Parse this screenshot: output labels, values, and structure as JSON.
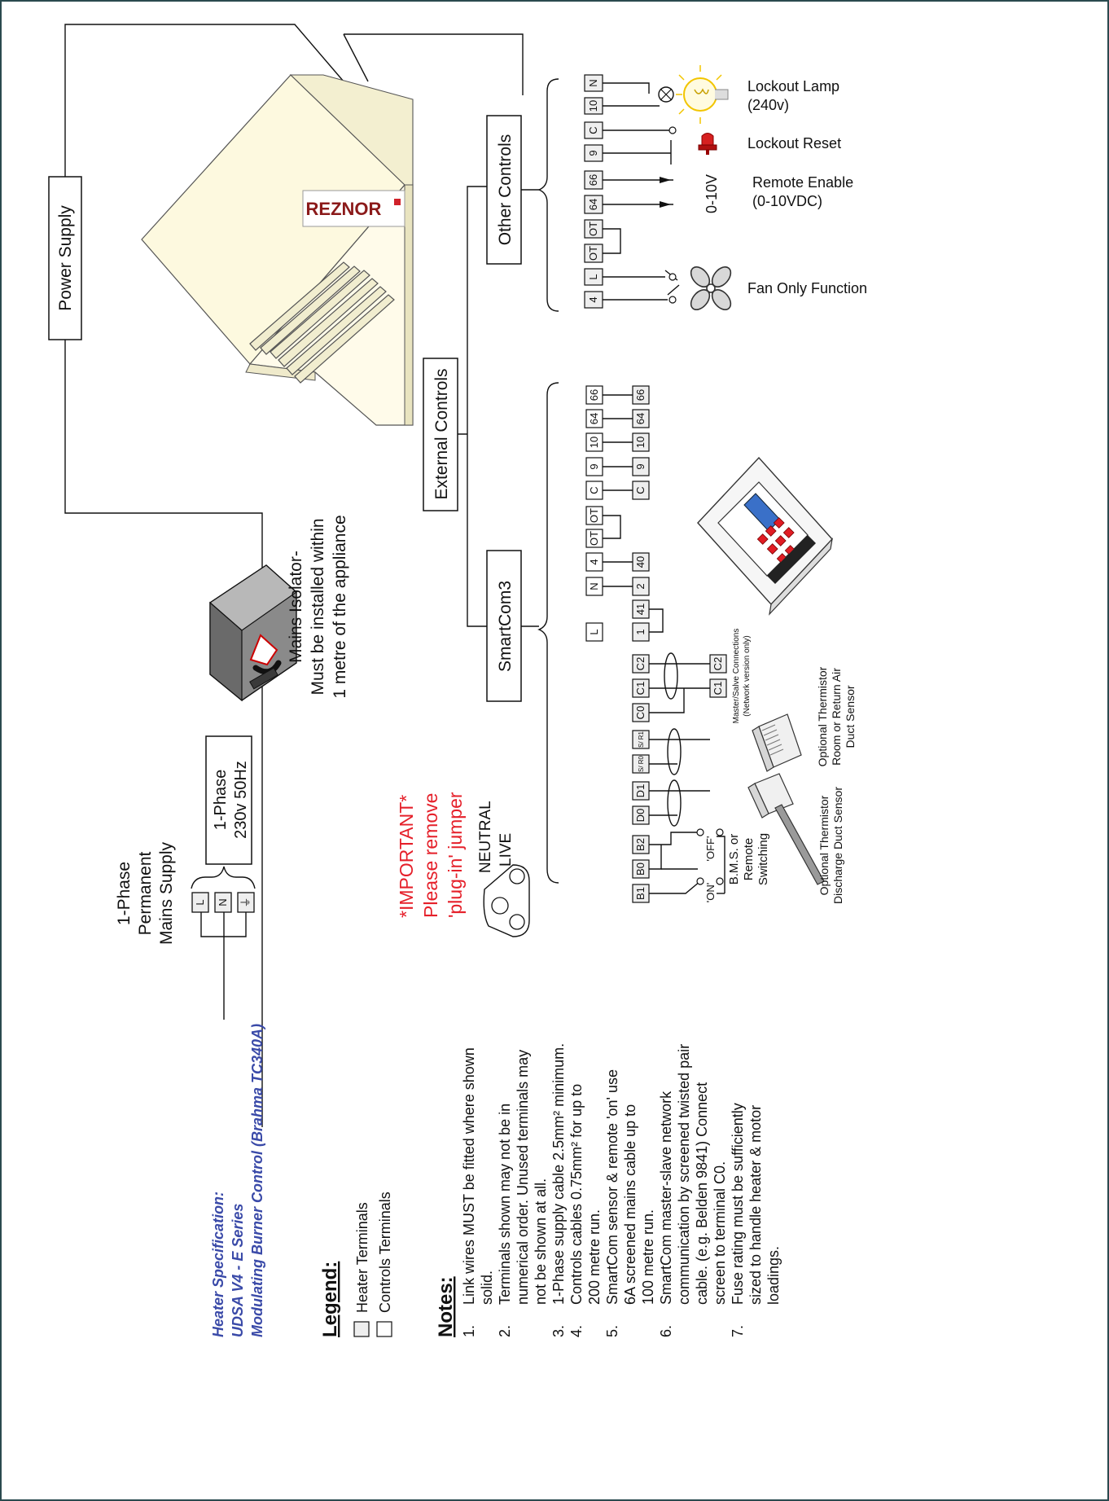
{
  "specification": {
    "line1": "Heater Specification:",
    "line2": "UDSA V4 - E Series",
    "line3": "Modulating Burner Control (Brahma TC340A)"
  },
  "legend": {
    "title": "Legend:",
    "heater_terminals": "Heater Terminals",
    "controls_terminals": "Controls Terminals"
  },
  "notes": {
    "title": "Notes:",
    "items": [
      {
        "num": "1.",
        "lines": [
          "Link wires MUST be fitted where shown",
          "solid."
        ]
      },
      {
        "num": "2.",
        "lines": [
          "Terminals shown may not be in",
          "numerical order. Unused terminals may",
          "not be shown at all."
        ]
      },
      {
        "num": "3.",
        "lines": [
          "1-Phase supply cable 2.5mm² minimum."
        ]
      },
      {
        "num": "4.",
        "lines": [
          "Controls cables 0.75mm² for up to",
          "200 metre run."
        ]
      },
      {
        "num": "5.",
        "lines": [
          "SmartCom sensor & remote 'on' use",
          "6A screened mains cable up to",
          "100 metre run."
        ]
      },
      {
        "num": "6.",
        "lines": [
          "SmartCom master-slave network",
          "communication by screened twisted pair",
          "cable. (e.g. Belden 9841) Connect",
          "screen to terminal C0."
        ]
      },
      {
        "num": "7.",
        "lines": [
          "Fuse rating must be sufficiently",
          "sized to handle heater & motor",
          "loadings."
        ]
      }
    ]
  },
  "supply": {
    "mains_label": [
      "1-Phase",
      "Permanent",
      "Mains Supply"
    ],
    "terminals": [
      "L",
      "N",
      "⏚"
    ],
    "phase_label": [
      "1-Phase",
      "230v 50Hz"
    ],
    "isolator_label": [
      "Mains Isolator-",
      "Must be installed within",
      "1 metre of the appliance"
    ],
    "power_supply": "Power Supply"
  },
  "heater": {
    "brand": "REZNOR"
  },
  "important": {
    "lines": [
      "*IMPORTANT*",
      "Please remove",
      "'plug-in' jumper"
    ],
    "neutral": "NEUTRAL",
    "live": "LIVE"
  },
  "external_controls": "External Controls",
  "smartcom": {
    "title": "SmartCom3",
    "heater_terminals": [
      "B1",
      "B0",
      "B2",
      "D0",
      "D1",
      "S/ R0",
      "S/ R1",
      "C0",
      "C1",
      "C2",
      "1",
      "41",
      "2",
      "40",
      "C",
      "9",
      "10",
      "64",
      "66"
    ],
    "top_terminals": [
      "L",
      "N",
      "4",
      "OT",
      "OT",
      "C",
      "9",
      "10",
      "64",
      "66"
    ],
    "low_terminals": [
      "C1",
      "C2"
    ],
    "switch_on": "'ON'",
    "switch_off": "'OFF'",
    "bms_label": [
      "B.M.S. or",
      "Remote",
      "Switching"
    ],
    "discharge_sensor": [
      "Optional Thermistor",
      "Discharge Duct Sensor"
    ],
    "room_sensor": [
      "Optional Thermistor",
      "Room or Return Air",
      "Duct Sensor"
    ],
    "master_slave": [
      "Master/Salve Connections",
      "(Network version only)"
    ]
  },
  "other_controls": {
    "title": "Other Controls",
    "terminals": [
      "4",
      "L",
      "OT",
      "OT",
      "64",
      "66",
      "9",
      "C",
      "10",
      "N"
    ],
    "fan_only": "Fan Only Function",
    "voltage": "0-10V",
    "remote_enable": [
      "Remote Enable",
      "(0-10VDC)"
    ],
    "lockout_reset": "Lockout Reset",
    "lockout_lamp": [
      "Lockout Lamp",
      "(240v)"
    ]
  }
}
